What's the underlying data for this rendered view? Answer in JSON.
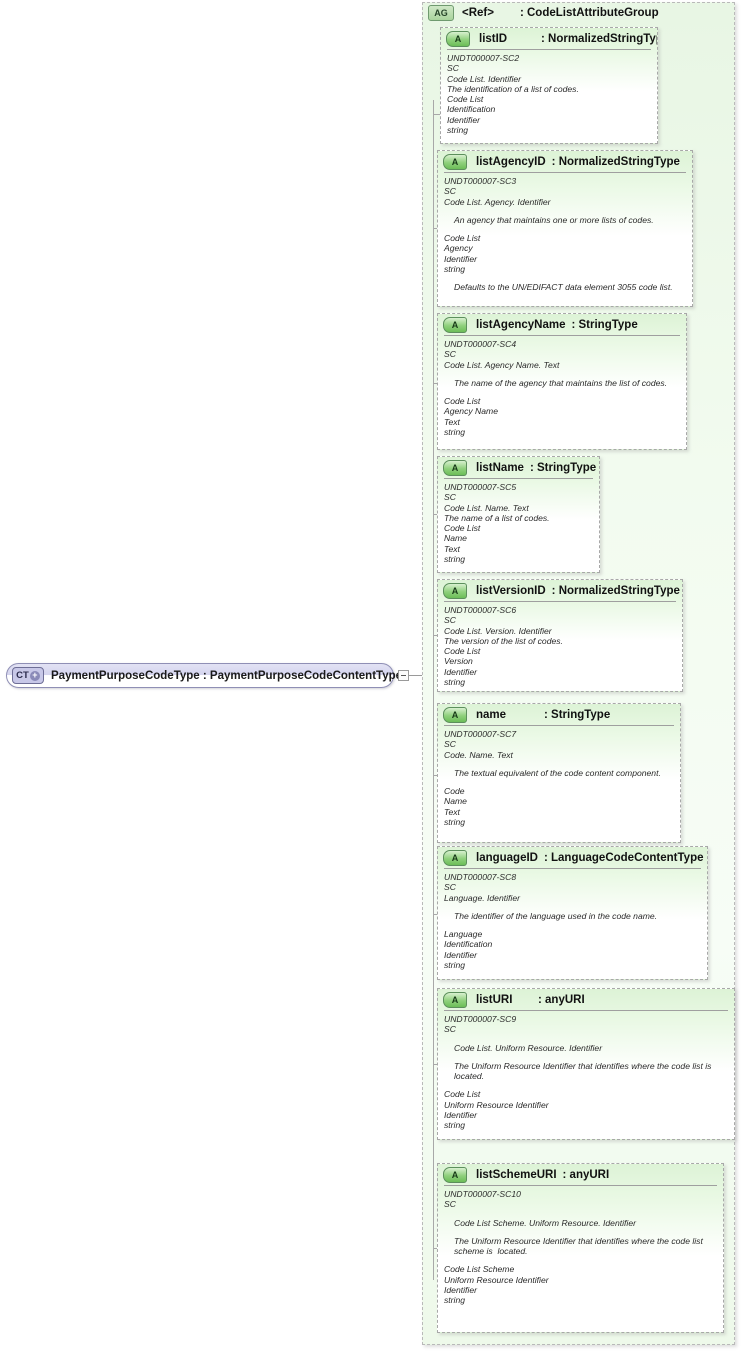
{
  "diagram": {
    "title": "XSD schema diagram",
    "root": {
      "badge": "CT",
      "badge_expand": "+",
      "label": "PaymentPurposeCodeType : PaymentPurposeCodeContentType",
      "collapse_glyph": "−"
    },
    "group": {
      "badge": "AG",
      "ref": "<Ref>",
      "type": ": CodeListAttributeGroup"
    },
    "attributes": [
      {
        "badge": "A",
        "name": "listID",
        "type": ": NormalizedStringType",
        "lines": [
          {
            "text": "UNDT000007-SC2",
            "style": ""
          },
          {
            "text": "SC",
            "style": ""
          },
          {
            "text": "Code List. Identifier",
            "style": ""
          },
          {
            "text": "The identification of a list of codes.",
            "style": ""
          },
          {
            "text": "Code List",
            "style": ""
          },
          {
            "text": "Identification",
            "style": ""
          },
          {
            "text": "Identifier",
            "style": ""
          },
          {
            "text": "string",
            "style": ""
          }
        ]
      },
      {
        "badge": "A",
        "name": "listAgencyID",
        "type": ": NormalizedStringType",
        "lines": [
          {
            "text": "UNDT000007-SC3",
            "style": ""
          },
          {
            "text": "SC",
            "style": ""
          },
          {
            "text": "Code List. Agency. Identifier",
            "style": ""
          },
          {
            "text": "An agency that maintains one or more lists of codes.",
            "style": "indent gap-both"
          },
          {
            "text": "Code List",
            "style": ""
          },
          {
            "text": "Agency",
            "style": ""
          },
          {
            "text": "Identifier",
            "style": ""
          },
          {
            "text": "string",
            "style": ""
          },
          {
            "text": "Defaults to the UN/EDIFACT data element 3055 code list.",
            "style": "indent gap-before"
          }
        ]
      },
      {
        "badge": "A",
        "name": "listAgencyName",
        "type": ": StringType",
        "lines": [
          {
            "text": "UNDT000007-SC4",
            "style": ""
          },
          {
            "text": "SC",
            "style": ""
          },
          {
            "text": "Code List. Agency Name. Text",
            "style": ""
          },
          {
            "text": "The name of the agency that maintains the list of codes.",
            "style": "indent gap-both"
          },
          {
            "text": "Code List",
            "style": ""
          },
          {
            "text": "Agency Name",
            "style": ""
          },
          {
            "text": "Text",
            "style": ""
          },
          {
            "text": "string",
            "style": ""
          }
        ]
      },
      {
        "badge": "A",
        "name": "listName",
        "type": ": StringType",
        "lines": [
          {
            "text": "UNDT000007-SC5",
            "style": ""
          },
          {
            "text": "SC",
            "style": ""
          },
          {
            "text": "Code List. Name. Text",
            "style": ""
          },
          {
            "text": "The name of a list of codes.",
            "style": ""
          },
          {
            "text": "Code List",
            "style": ""
          },
          {
            "text": "Name",
            "style": ""
          },
          {
            "text": "Text",
            "style": ""
          },
          {
            "text": "string",
            "style": ""
          }
        ]
      },
      {
        "badge": "A",
        "name": "listVersionID",
        "type": ": NormalizedStringType",
        "lines": [
          {
            "text": "UNDT000007-SC6",
            "style": ""
          },
          {
            "text": "SC",
            "style": ""
          },
          {
            "text": "Code List. Version. Identifier",
            "style": ""
          },
          {
            "text": "The version of the list of codes.",
            "style": ""
          },
          {
            "text": "Code List",
            "style": ""
          },
          {
            "text": "Version",
            "style": ""
          },
          {
            "text": "Identifier",
            "style": ""
          },
          {
            "text": "string",
            "style": ""
          }
        ]
      },
      {
        "badge": "A",
        "name": "name",
        "type": ": StringType",
        "lines": [
          {
            "text": "UNDT000007-SC7",
            "style": ""
          },
          {
            "text": "SC",
            "style": ""
          },
          {
            "text": "Code. Name. Text",
            "style": ""
          },
          {
            "text": "The textual equivalent of the code content component.",
            "style": "indent gap-both"
          },
          {
            "text": "Code",
            "style": ""
          },
          {
            "text": "Name",
            "style": ""
          },
          {
            "text": "Text",
            "style": ""
          },
          {
            "text": "string",
            "style": ""
          }
        ]
      },
      {
        "badge": "A",
        "name": "languageID",
        "type": ": LanguageCodeContentType",
        "lines": [
          {
            "text": "UNDT000007-SC8",
            "style": ""
          },
          {
            "text": "SC",
            "style": ""
          },
          {
            "text": "Language. Identifier",
            "style": ""
          },
          {
            "text": "The identifier of the language used in the code name.",
            "style": "indent gap-both"
          },
          {
            "text": "Language",
            "style": ""
          },
          {
            "text": "Identification",
            "style": ""
          },
          {
            "text": "Identifier",
            "style": ""
          },
          {
            "text": "string",
            "style": ""
          }
        ]
      },
      {
        "badge": "A",
        "name": "listURI",
        "type": ": anyURI",
        "lines": [
          {
            "text": "UNDT000007-SC9",
            "style": ""
          },
          {
            "text": "SC",
            "style": ""
          },
          {
            "text": "Code List. Uniform Resource. Identifier",
            "style": "indent gap-both"
          },
          {
            "text": "The Uniform Resource Identifier that identifies where the code list is located.",
            "style": "indent gap-both"
          },
          {
            "text": "Code List",
            "style": ""
          },
          {
            "text": "Uniform Resource Identifier",
            "style": ""
          },
          {
            "text": "Identifier",
            "style": ""
          },
          {
            "text": "string",
            "style": ""
          }
        ]
      },
      {
        "badge": "A",
        "name": "listSchemeURI",
        "type": ": anyURI",
        "lines": [
          {
            "text": "UNDT000007-SC10",
            "style": ""
          },
          {
            "text": "SC",
            "style": ""
          },
          {
            "text": "Code List Scheme. Uniform Resource. Identifier",
            "style": "indent gap-both"
          },
          {
            "text": "The Uniform Resource Identifier that identifies where the code list scheme is  located.",
            "style": "indent gap-both"
          },
          {
            "text": "Code List Scheme",
            "style": ""
          },
          {
            "text": "Uniform Resource Identifier",
            "style": ""
          },
          {
            "text": "Identifier",
            "style": ""
          },
          {
            "text": "string",
            "style": ""
          }
        ]
      }
    ]
  },
  "colors": {
    "attr_border": "#a8a8a8",
    "attr_fill_top": "#ddf3d6",
    "group_fill": "#eef9ea",
    "root_fill": "#d4d4ee",
    "root_border": "#8f8fb5",
    "badge_green": "#8fd07c"
  }
}
